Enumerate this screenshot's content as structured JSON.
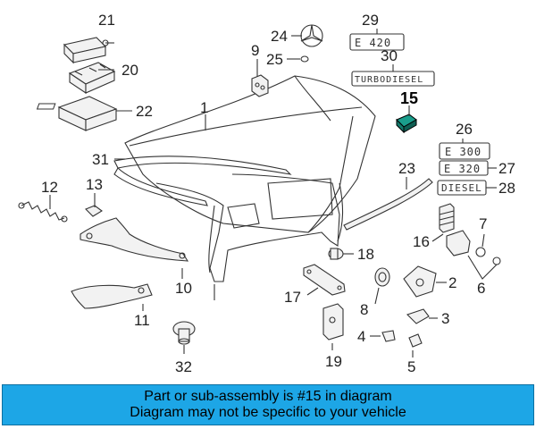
{
  "callouts": {
    "c1": "1",
    "c2": "2",
    "c3": "3",
    "c4": "4",
    "c5": "5",
    "c6": "6",
    "c7": "7",
    "c8": "8",
    "c9": "9",
    "c10": "10",
    "c11": "11",
    "c12": "12",
    "c13": "13",
    "c15": "15",
    "c16": "16",
    "c17": "17",
    "c18": "18",
    "c19": "19",
    "c20": "20",
    "c21": "21",
    "c22": "22",
    "c23": "23",
    "c24": "24",
    "c25": "25",
    "c26": "26",
    "c27": "27",
    "c28": "28",
    "c29": "29",
    "c30": "30",
    "c31": "31",
    "c32": "32"
  },
  "badges": {
    "e420": "E 420",
    "turbodiesel": "TURBODIESEL",
    "e300": "E 300",
    "e320": "E 320",
    "diesel": "DIESEL"
  },
  "highlight": {
    "part": "15",
    "color": "#1a9e8c"
  },
  "banner": {
    "line1": "Part or sub-assembly is #15 in diagram",
    "line2": "Diagram may not be specific to your vehicle",
    "background": "#1da6e6"
  }
}
